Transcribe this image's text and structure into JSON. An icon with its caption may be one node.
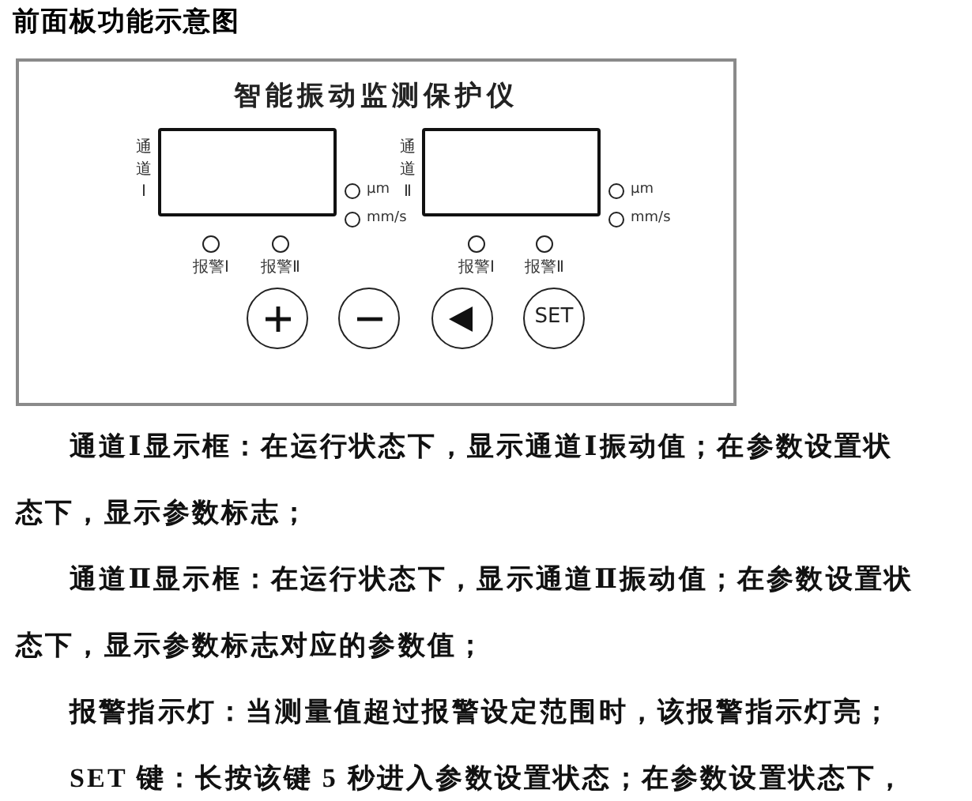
{
  "diagram": {
    "title": "前面板功能示意图",
    "nodes": [
      {
        "text": [
          "智能振动监测保护仪"
        ]
      },
      {
        "text": [],
        "shape": "box",
        "in": 0,
        "beside": [
          "通道Ⅰ"
        ]
      },
      {
        "text": [],
        "shape": "box",
        "in": 0,
        "beside": [
          "通道Ⅱ"
        ]
      },
      {
        "text": [],
        "shape": "circle",
        "in": 0,
        "beside": [
          "μm"
        ]
      },
      {
        "text": [],
        "shape": "circle",
        "in": 0,
        "beside": [
          "mm/s"
        ]
      },
      {
        "text": [],
        "shape": "circle",
        "in": 0,
        "beside": [
          "μm"
        ]
      },
      {
        "text": [],
        "shape": "circle",
        "in": 0,
        "beside": [
          "mm/s"
        ]
      },
      {
        "text": [],
        "shape": "circle",
        "in": 0,
        "beside": [
          "报警Ⅰ"
        ]
      },
      {
        "text": [],
        "shape": "circle",
        "in": 0,
        "beside": [
          "报警Ⅱ"
        ]
      },
      {
        "text": [],
        "shape": "circle",
        "in": 0,
        "beside": [
          "报警Ⅰ"
        ]
      },
      {
        "text": [],
        "shape": "circle",
        "in": 0,
        "beside": [
          "报警Ⅱ"
        ]
      },
      {
        "text": [],
        "shape": "circle",
        "in": 0
      },
      {
        "text": [],
        "shape": "circle",
        "in": 0
      },
      {
        "text": [],
        "shape": "circle",
        "in": 0
      },
      {
        "text": [
          "SET"
        ],
        "in": 0
      }
    ],
    "edges": [],
    "labels": [
      "通道Ⅰ显示框：在运行状态下，显示通道Ⅰ振动值；在参数设置状态下，显示参数标志；",
      "通道Ⅱ显示框：在运行状态下，显示通道Ⅱ振动值；在参数设置状态下，显示参数标志对应的参数值；",
      "报警指示灯：当测量值超过报警设定范围时，该报警指示灯亮；",
      "SET 键：长按该键 5 秒进入参数设置状态；在参数设置状态下，"
    ]
  }
}
